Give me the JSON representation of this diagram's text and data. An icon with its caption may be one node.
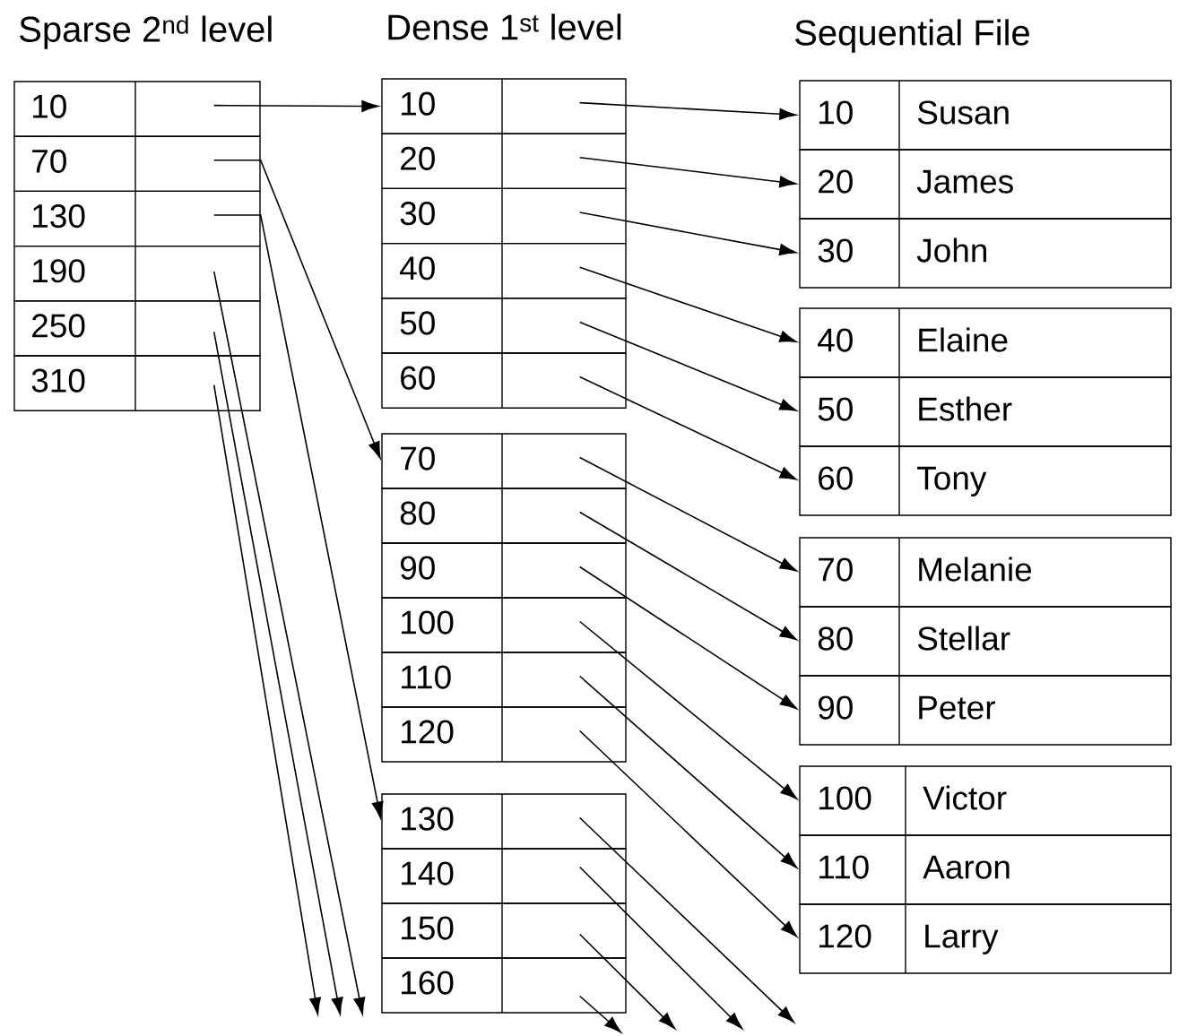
{
  "diagram": {
    "nodes": [
      {
        "text": [
          "10"
        ]
      },
      {
        "text": [
          "70"
        ]
      },
      {
        "text": [
          "130"
        ]
      },
      {
        "text": [
          "190"
        ]
      },
      {
        "text": [
          "250"
        ]
      },
      {
        "text": [
          "310"
        ]
      },
      {
        "text": [
          "10"
        ]
      },
      {
        "text": [
          "20"
        ]
      },
      {
        "text": [
          "30"
        ]
      },
      {
        "text": [
          "40"
        ]
      },
      {
        "text": [
          "50"
        ]
      },
      {
        "text": [
          "60"
        ]
      },
      {
        "text": [
          "70"
        ]
      },
      {
        "text": [
          "80"
        ]
      },
      {
        "text": [
          "90"
        ]
      },
      {
        "text": [
          "100"
        ]
      },
      {
        "text": [
          "110"
        ]
      },
      {
        "text": [
          "120"
        ]
      },
      {
        "text": [
          "130"
        ]
      },
      {
        "text": [
          "140"
        ]
      },
      {
        "text": [
          "150"
        ]
      },
      {
        "text": [
          "160"
        ]
      },
      {
        "text": [
          "10",
          "Susan"
        ]
      },
      {
        "text": [
          "20",
          "James"
        ]
      },
      {
        "text": [
          "30",
          "John"
        ]
      },
      {
        "text": [
          "40",
          "Elaine"
        ]
      },
      {
        "text": [
          "50",
          "Esther"
        ]
      },
      {
        "text": [
          "60",
          "Tony"
        ]
      },
      {
        "text": [
          "70",
          "Melanie"
        ]
      },
      {
        "text": [
          "80",
          "Stellar"
        ]
      },
      {
        "text": [
          "90",
          "Peter"
        ]
      },
      {
        "text": [
          "100",
          "Victor"
        ]
      },
      {
        "text": [
          "110",
          "Aaron"
        ]
      },
      {
        "text": [
          "120",
          "Larry"
        ]
      }
    ],
    "edges": [
      {
        "from": 0,
        "to": 6,
        "arrow": "to"
      },
      {
        "from": 1,
        "to": 12,
        "arrow": "to"
      },
      {
        "from": 2,
        "to": 18,
        "arrow": "to"
      },
      {
        "from": 3,
        "to": null,
        "arrow": "to"
      },
      {
        "from": 4,
        "to": null,
        "arrow": "to"
      },
      {
        "from": 5,
        "to": null,
        "arrow": "to"
      },
      {
        "from": 6,
        "to": 22,
        "arrow": "to"
      },
      {
        "from": 7,
        "to": 23,
        "arrow": "to"
      },
      {
        "from": 8,
        "to": 24,
        "arrow": "to"
      },
      {
        "from": 9,
        "to": 25,
        "arrow": "to"
      },
      {
        "from": 10,
        "to": 26,
        "arrow": "to"
      },
      {
        "from": 11,
        "to": 27,
        "arrow": "to"
      },
      {
        "from": 12,
        "to": 28,
        "arrow": "to"
      },
      {
        "from": 13,
        "to": 29,
        "arrow": "to"
      },
      {
        "from": 14,
        "to": 30,
        "arrow": "to"
      },
      {
        "from": 15,
        "to": 31,
        "arrow": "to"
      },
      {
        "from": 16,
        "to": 32,
        "arrow": "to"
      },
      {
        "from": 17,
        "to": 33,
        "arrow": "to"
      },
      {
        "from": 18,
        "to": null,
        "arrow": "to"
      },
      {
        "from": 19,
        "to": null,
        "arrow": "to"
      },
      {
        "from": 20,
        "to": null,
        "arrow": "to"
      },
      {
        "from": 21,
        "to": null,
        "arrow": "to"
      }
    ],
    "labels": [
      "Sparse 2$^{nd}$ level",
      "Dense 1$^{st}$ level",
      "Sequential File"
    ]
  }
}
